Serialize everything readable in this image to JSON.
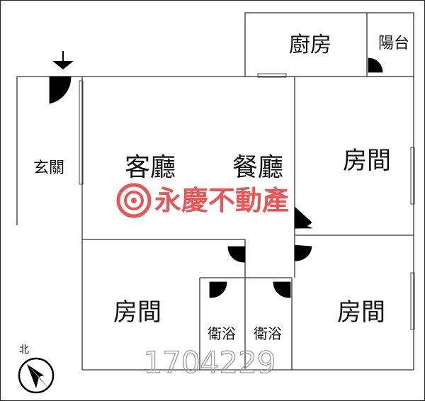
{
  "plan": {
    "rooms": {
      "kitchen": "廚房",
      "balcony": "陽台",
      "foyer": "玄關",
      "living": "客廳",
      "dining": "餐廳",
      "bedroom_ne": "房間",
      "bedroom_sw": "房間",
      "bedroom_se": "房間",
      "bath_left": "衛浴",
      "bath_right": "衛浴"
    },
    "north_label": "北",
    "watermark": {
      "brand": "永慶不動產",
      "color": "#e23b3b"
    },
    "listing_number": "1704229"
  }
}
